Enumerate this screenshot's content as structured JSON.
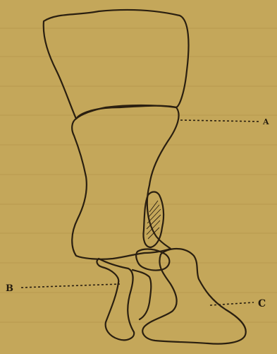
{
  "labels": {
    "a": "A",
    "b": "B",
    "c": "C"
  },
  "colors": {
    "paper": "#c4a75a",
    "ink": "#2a1f10"
  }
}
